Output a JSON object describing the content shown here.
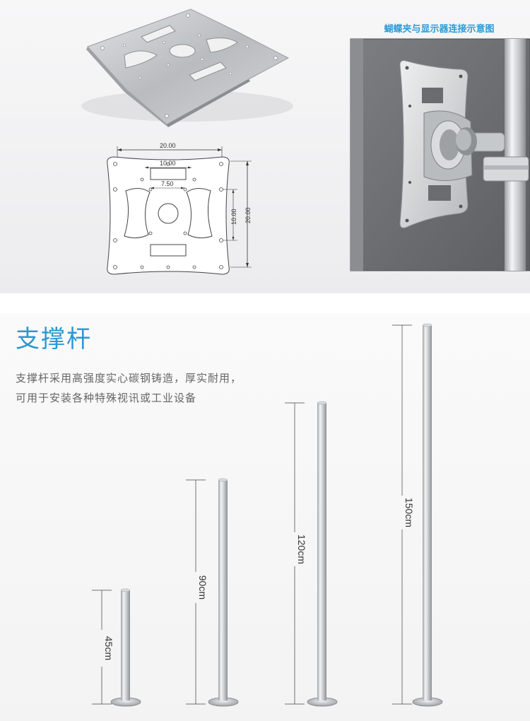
{
  "mounting_plate": {
    "dimensions": {
      "top_width": "20.00",
      "slot_width": "10.00",
      "hole_spacing": "7.50",
      "inner_height": "10.00",
      "total_height": "20.00"
    }
  },
  "install_photo": {
    "caption": "蝴蝶夹与显示器连接示意图"
  },
  "support_rod": {
    "title": "支撑杆",
    "description_lines": [
      "支撑杆采用高强度实心碳钢铸造，厚实耐用，",
      "可用于安装各种特殊视讯或工业设备"
    ],
    "lengths": [
      "45cm",
      "90cm",
      "120cm",
      "150cm"
    ]
  },
  "colors": {
    "accent_blue": "#2b97d4",
    "photo_background": "#6d6f72",
    "steel": "#c7cacd"
  }
}
